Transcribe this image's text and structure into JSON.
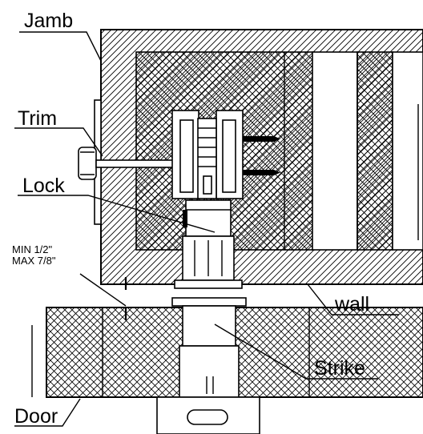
{
  "labels": {
    "jamb": "Jamb",
    "trim": "Trim",
    "lock": "Lock",
    "min": "MIN  1/2\"",
    "max": "MAX 7/8\"",
    "wall": "wall",
    "strike": "Strike",
    "door": "Door"
  }
}
